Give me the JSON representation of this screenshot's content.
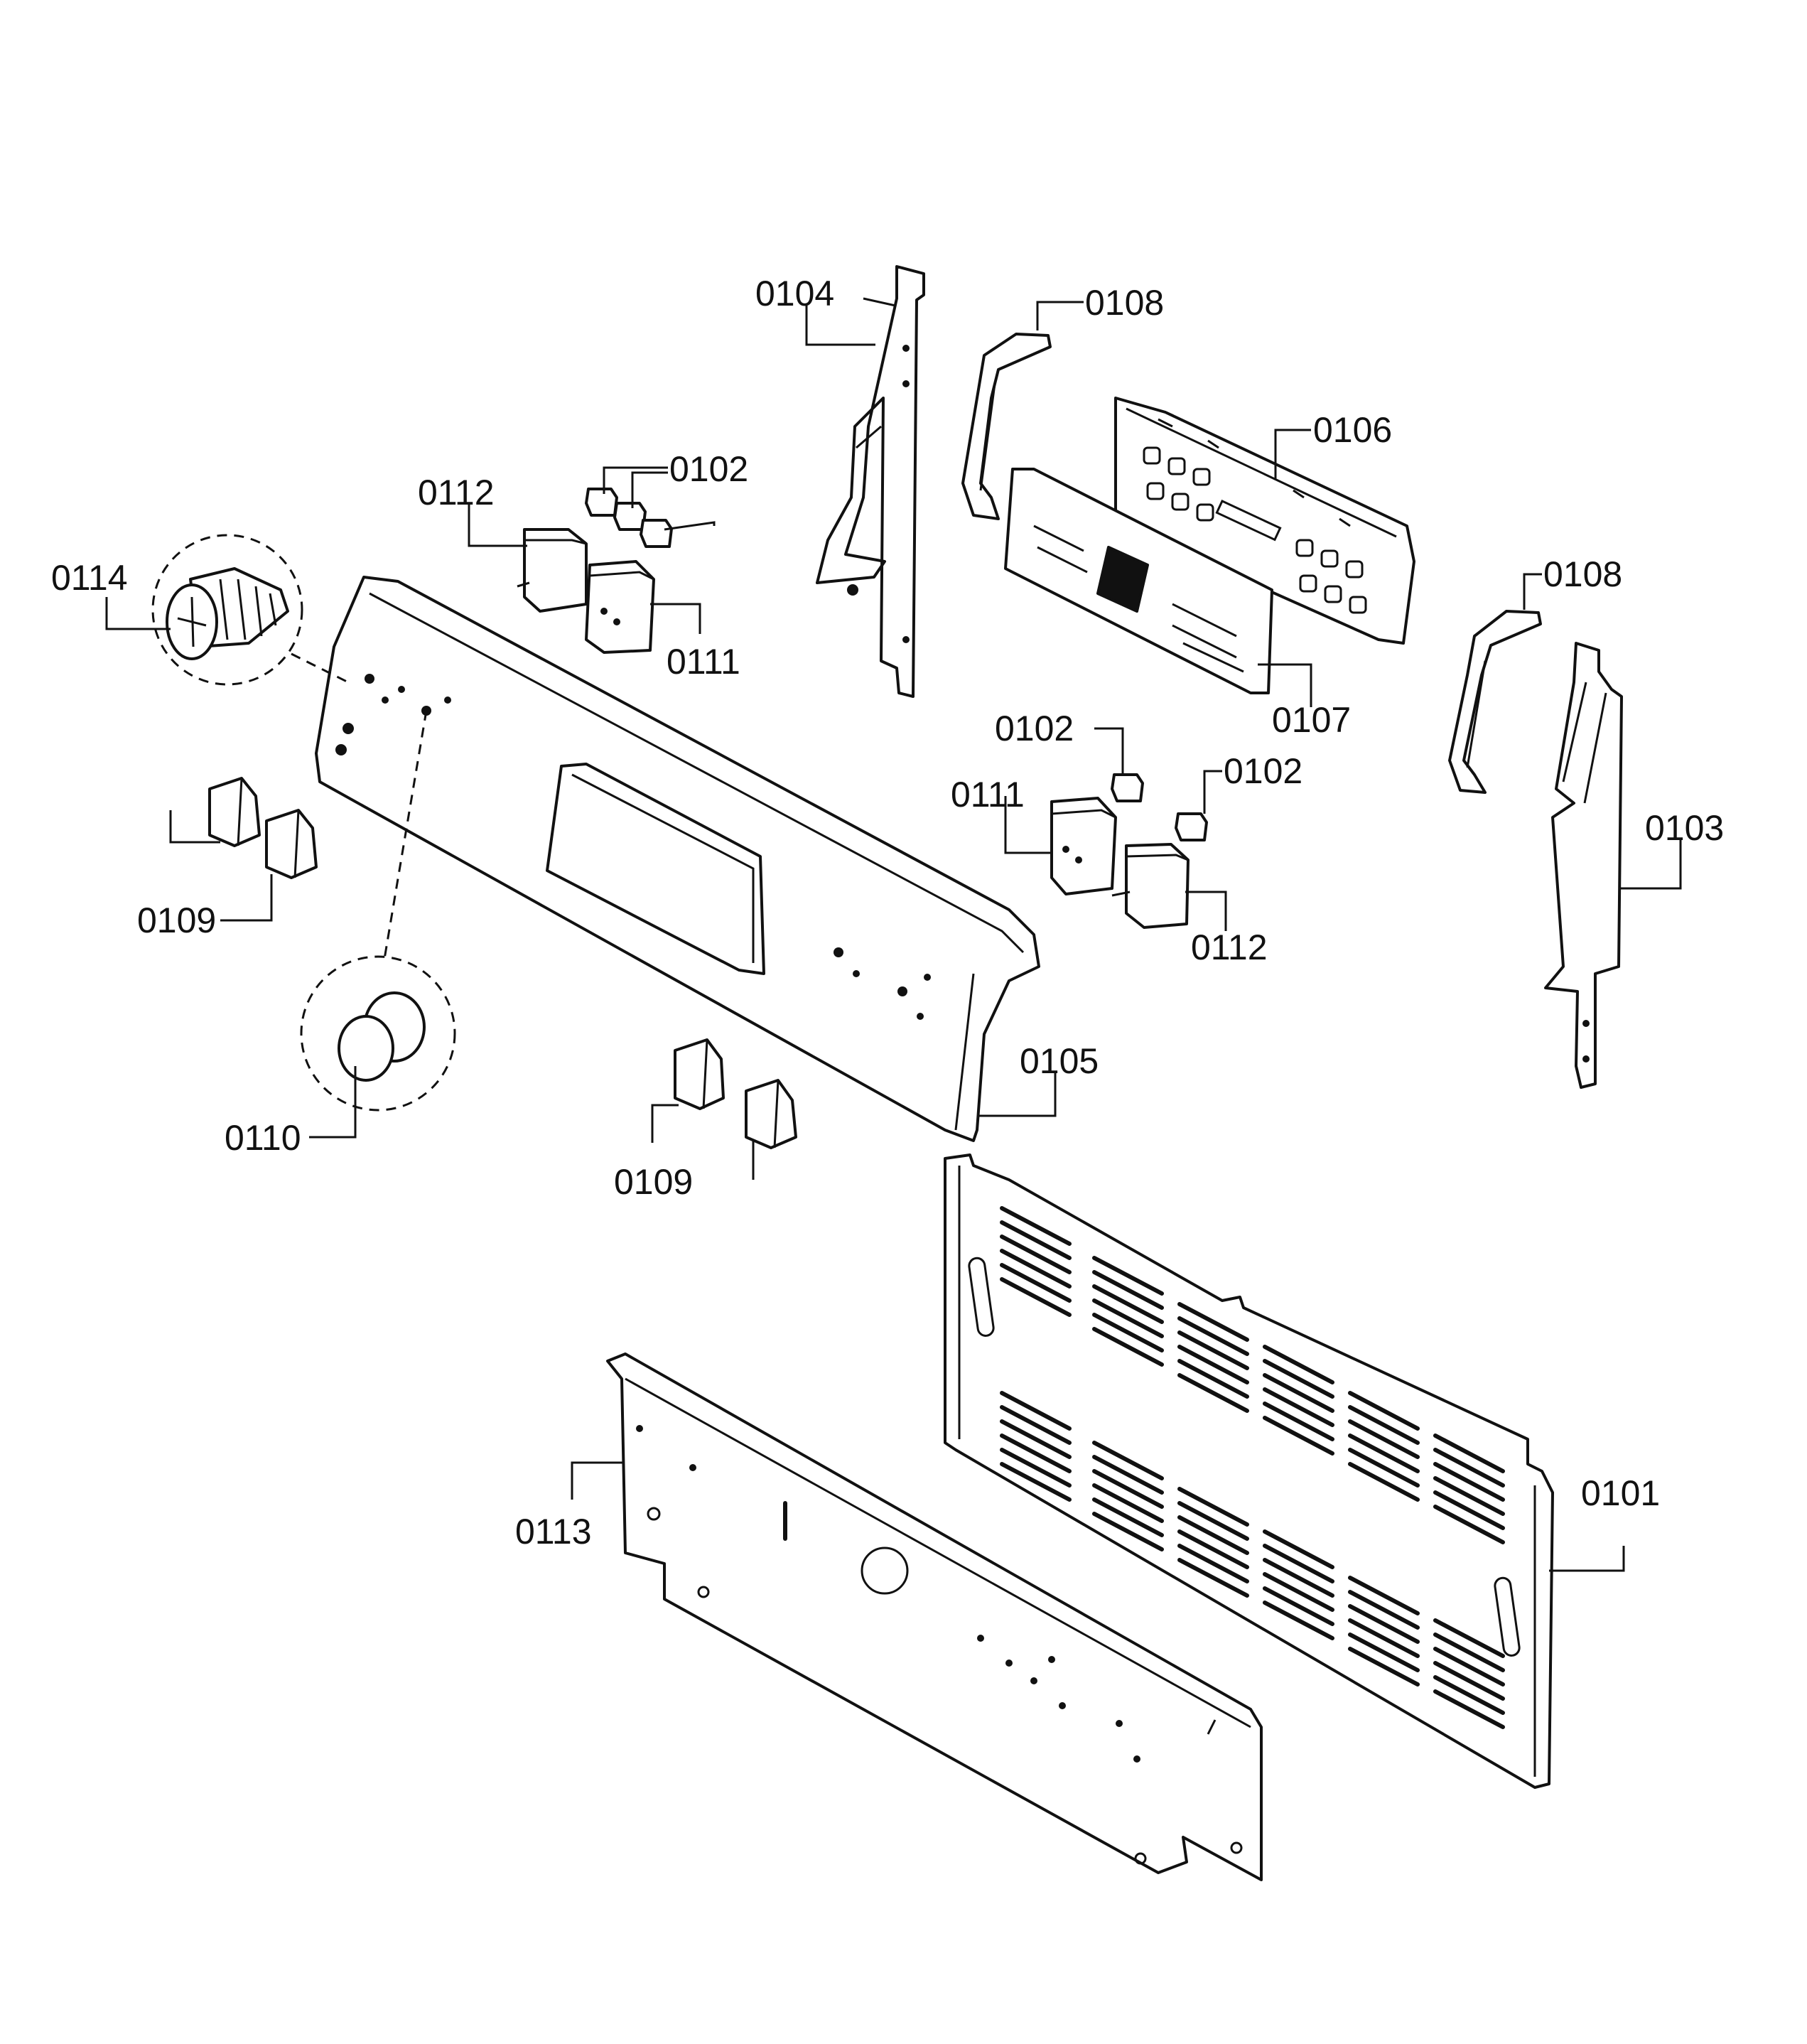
{
  "labels": {
    "p0101": "0101",
    "p0102a": "0102",
    "p0102b": "0102",
    "p0102c": "0102",
    "p0103": "0103",
    "p0104": "0104",
    "p0105": "0105",
    "p0106": "0106",
    "p0107": "0107",
    "p0108a": "0108",
    "p0108b": "0108",
    "p0109a": "0109",
    "p0109b": "0109",
    "p0110": "0110",
    "p0111a": "0111",
    "p0111b": "0111",
    "p0112a": "0112",
    "p0112b": "0112",
    "p0113": "0113",
    "p0114": "0114"
  }
}
